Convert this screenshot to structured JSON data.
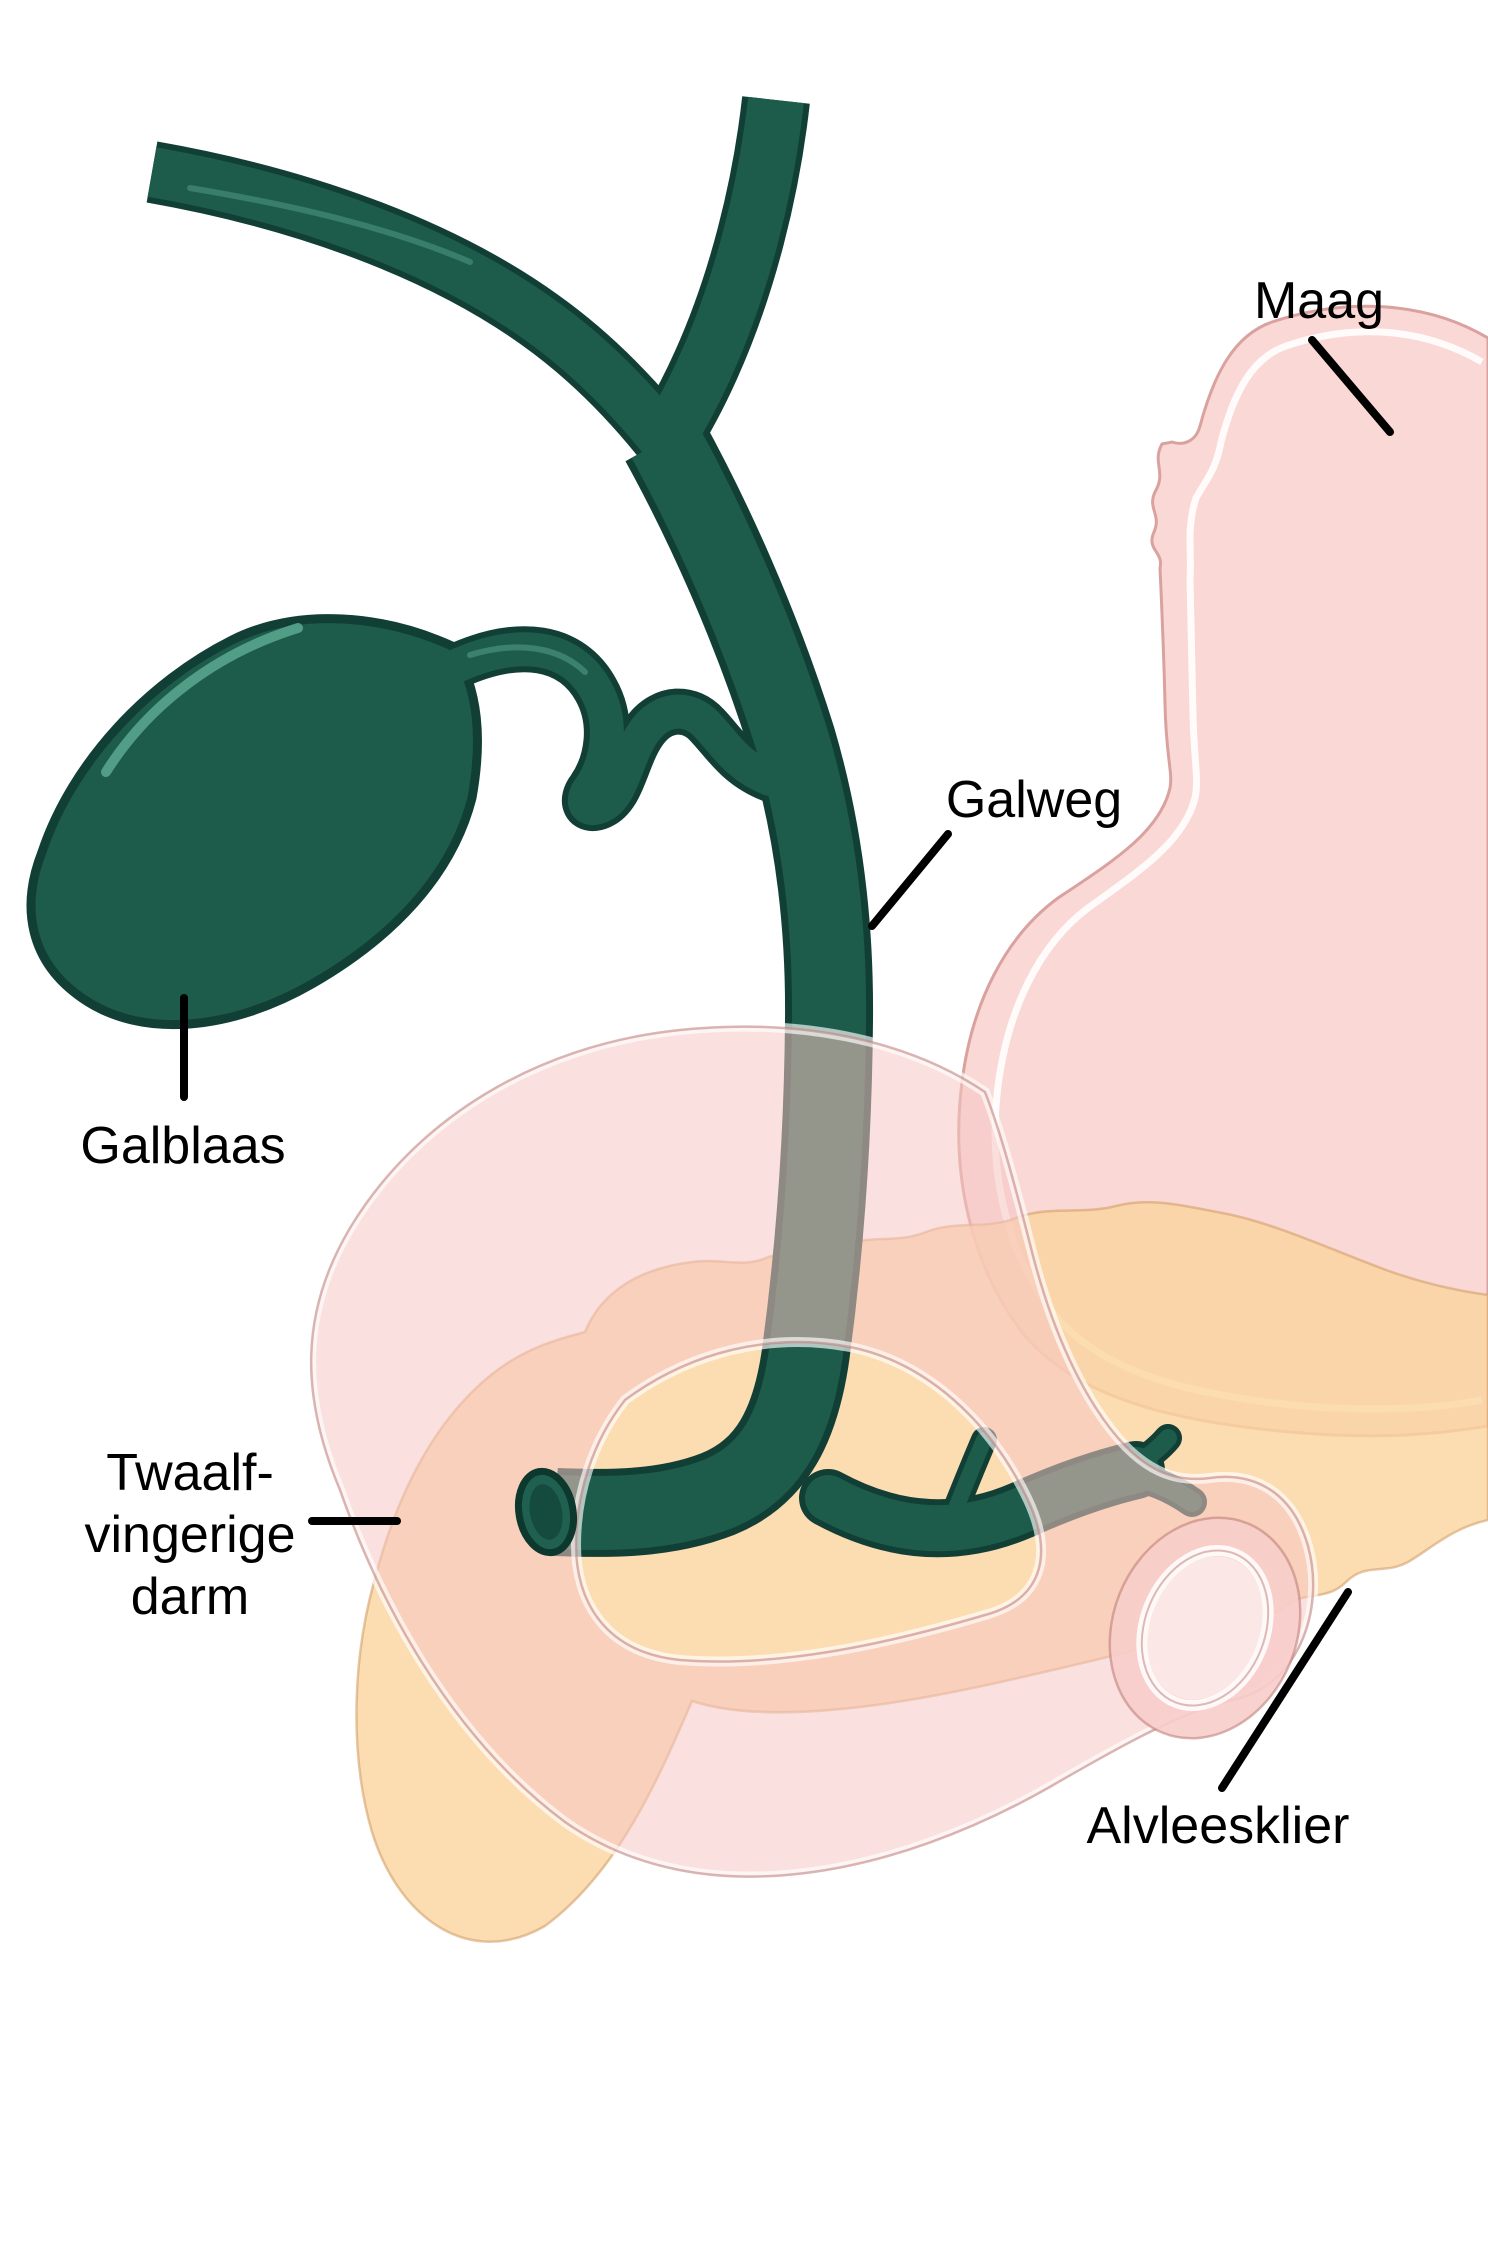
{
  "labels": {
    "stomach": "Maag",
    "bile_duct": "Galweg",
    "gallbladder": "Galblaas",
    "duodenum_line1": "Twaalf-",
    "duodenum_line2": "vingerige",
    "duodenum_line3": "darm",
    "pancreas": "Alvleesklier"
  },
  "colors": {
    "duct_green": "#1d5c4b",
    "duct_outline": "#123f35",
    "duct_highlight": "#55a089",
    "stomach_pink": "#f9d8d5",
    "stomach_line": "#d9a29e",
    "duodenum_pink": "#f6c6c3",
    "duodenum_wall": "#ffffff",
    "pancreas_orange": "#fbd4a0",
    "pancreas_line": "#cf9a62",
    "leader_line": "#000000",
    "label_text": "#000000",
    "background": "#ffffff"
  }
}
